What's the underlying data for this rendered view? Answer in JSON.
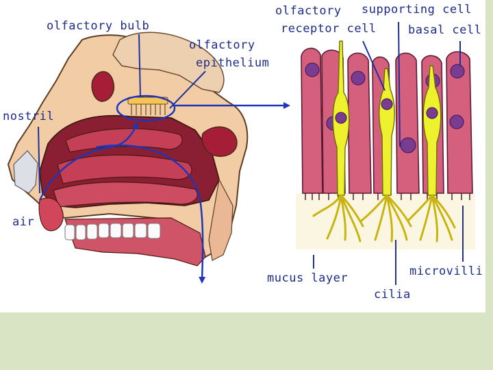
{
  "labels": {
    "olfactory_bulb": "olfactory bulb",
    "olfactory_epithelium_line1": "olfactory",
    "olfactory_epithelium_line2": "epithelium",
    "olfactory_receptor_cell_line1": "olfactory",
    "olfactory_receptor_cell_line2": "receptor cell",
    "supporting_cell": "supporting cell",
    "basal_cell": "basal cell",
    "nostril": "nostril",
    "air": "air",
    "mucus_layer": "mucus layer",
    "cilia": "cilia",
    "microvilli": "microvilli"
  },
  "colors": {
    "label_text": "#1c2a8a",
    "pointer_line": "#1e2f9c",
    "airflow_arrow": "#1f35b8",
    "supporting_cell_fill": "#d4607d",
    "cell_nucleus": "#7a3c90",
    "receptor_cell_fill": "#eef22e",
    "tissue_bone": "#f1cca4",
    "oral_cavity": "#b3263e",
    "page_background": "#d9e4c4"
  }
}
